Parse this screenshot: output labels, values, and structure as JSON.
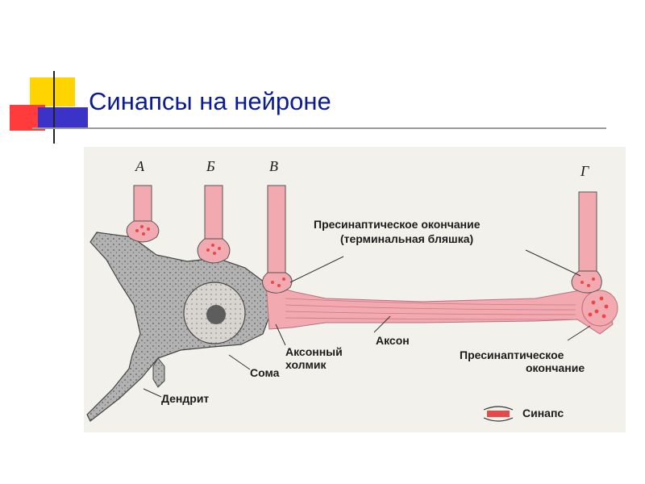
{
  "title": "Синапсы на нейроне",
  "colors": {
    "title": "#0a1c8e",
    "deco_yellow": "#ffd400",
    "deco_red": "#ff3b3b",
    "deco_blue": "#3b32c8",
    "axon_pink": "#f2a9b0",
    "synapse_red": "#e84848",
    "cell_grey": "#a7a7a7"
  },
  "diagram": {
    "letters": [
      "А",
      "Б",
      "В",
      "Г"
    ],
    "labels": {
      "presyn_line1": "Пресинаптическое окончание",
      "presyn_line2": "(терминальная бляшка)",
      "axon": "Аксон",
      "hillock_line1": "Аксонный",
      "hillock_line2": "холмик",
      "soma": "Сома",
      "dendrite": "Дендрит",
      "presyn2_line1": "Пресинаптическое",
      "presyn2_line2": "окончание",
      "synapse": "Синапс"
    }
  }
}
